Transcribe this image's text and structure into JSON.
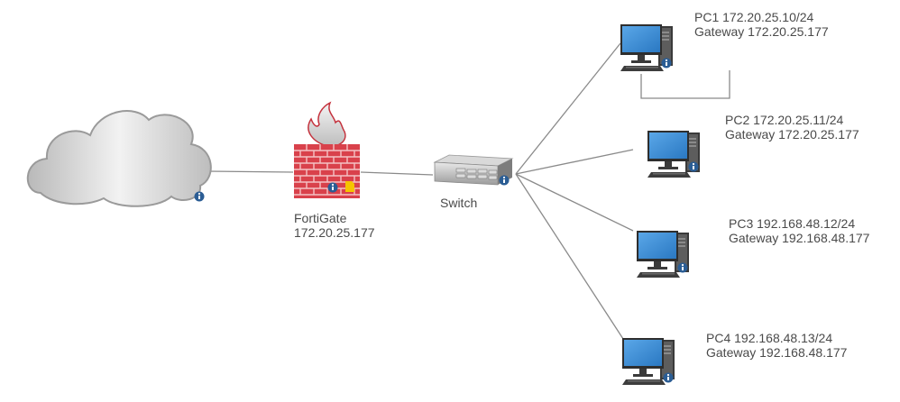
{
  "diagram": {
    "type": "network-topology",
    "nodes": {
      "internet": {
        "kind": "cloud",
        "label": ""
      },
      "firewall": {
        "kind": "firewall",
        "name": "FortiGate",
        "ip": "172.20.25.177"
      },
      "switch": {
        "kind": "switch",
        "name": "Switch"
      },
      "pcs": [
        {
          "id": "pc1",
          "line1": "PC1 172.20.25.10/24",
          "line2": "Gateway 172.20.25.177"
        },
        {
          "id": "pc2",
          "line1": "PC2 172.20.25.11/24",
          "line2": "Gateway 172.20.25.177"
        },
        {
          "id": "pc3",
          "line1": "PC3 192.168.48.12/24",
          "line2": "Gateway 192.168.48.177"
        },
        {
          "id": "pc4",
          "line1": "PC4 192.168.48.13/24",
          "line2": "Gateway 192.168.48.177"
        }
      ]
    },
    "links": [
      [
        "internet",
        "firewall"
      ],
      [
        "firewall",
        "switch"
      ],
      [
        "switch",
        "pc1"
      ],
      [
        "switch",
        "pc2"
      ],
      [
        "switch",
        "pc3"
      ],
      [
        "switch",
        "pc4"
      ]
    ],
    "icons": {
      "info": "info-badge-icon",
      "note": "note-icon"
    },
    "colors": {
      "link": "#8a8a8a",
      "info_badge": "#2b5d94",
      "firewall_brick": "#d9414b",
      "screen": "#3d8fd6",
      "note": "#f5c400"
    }
  }
}
